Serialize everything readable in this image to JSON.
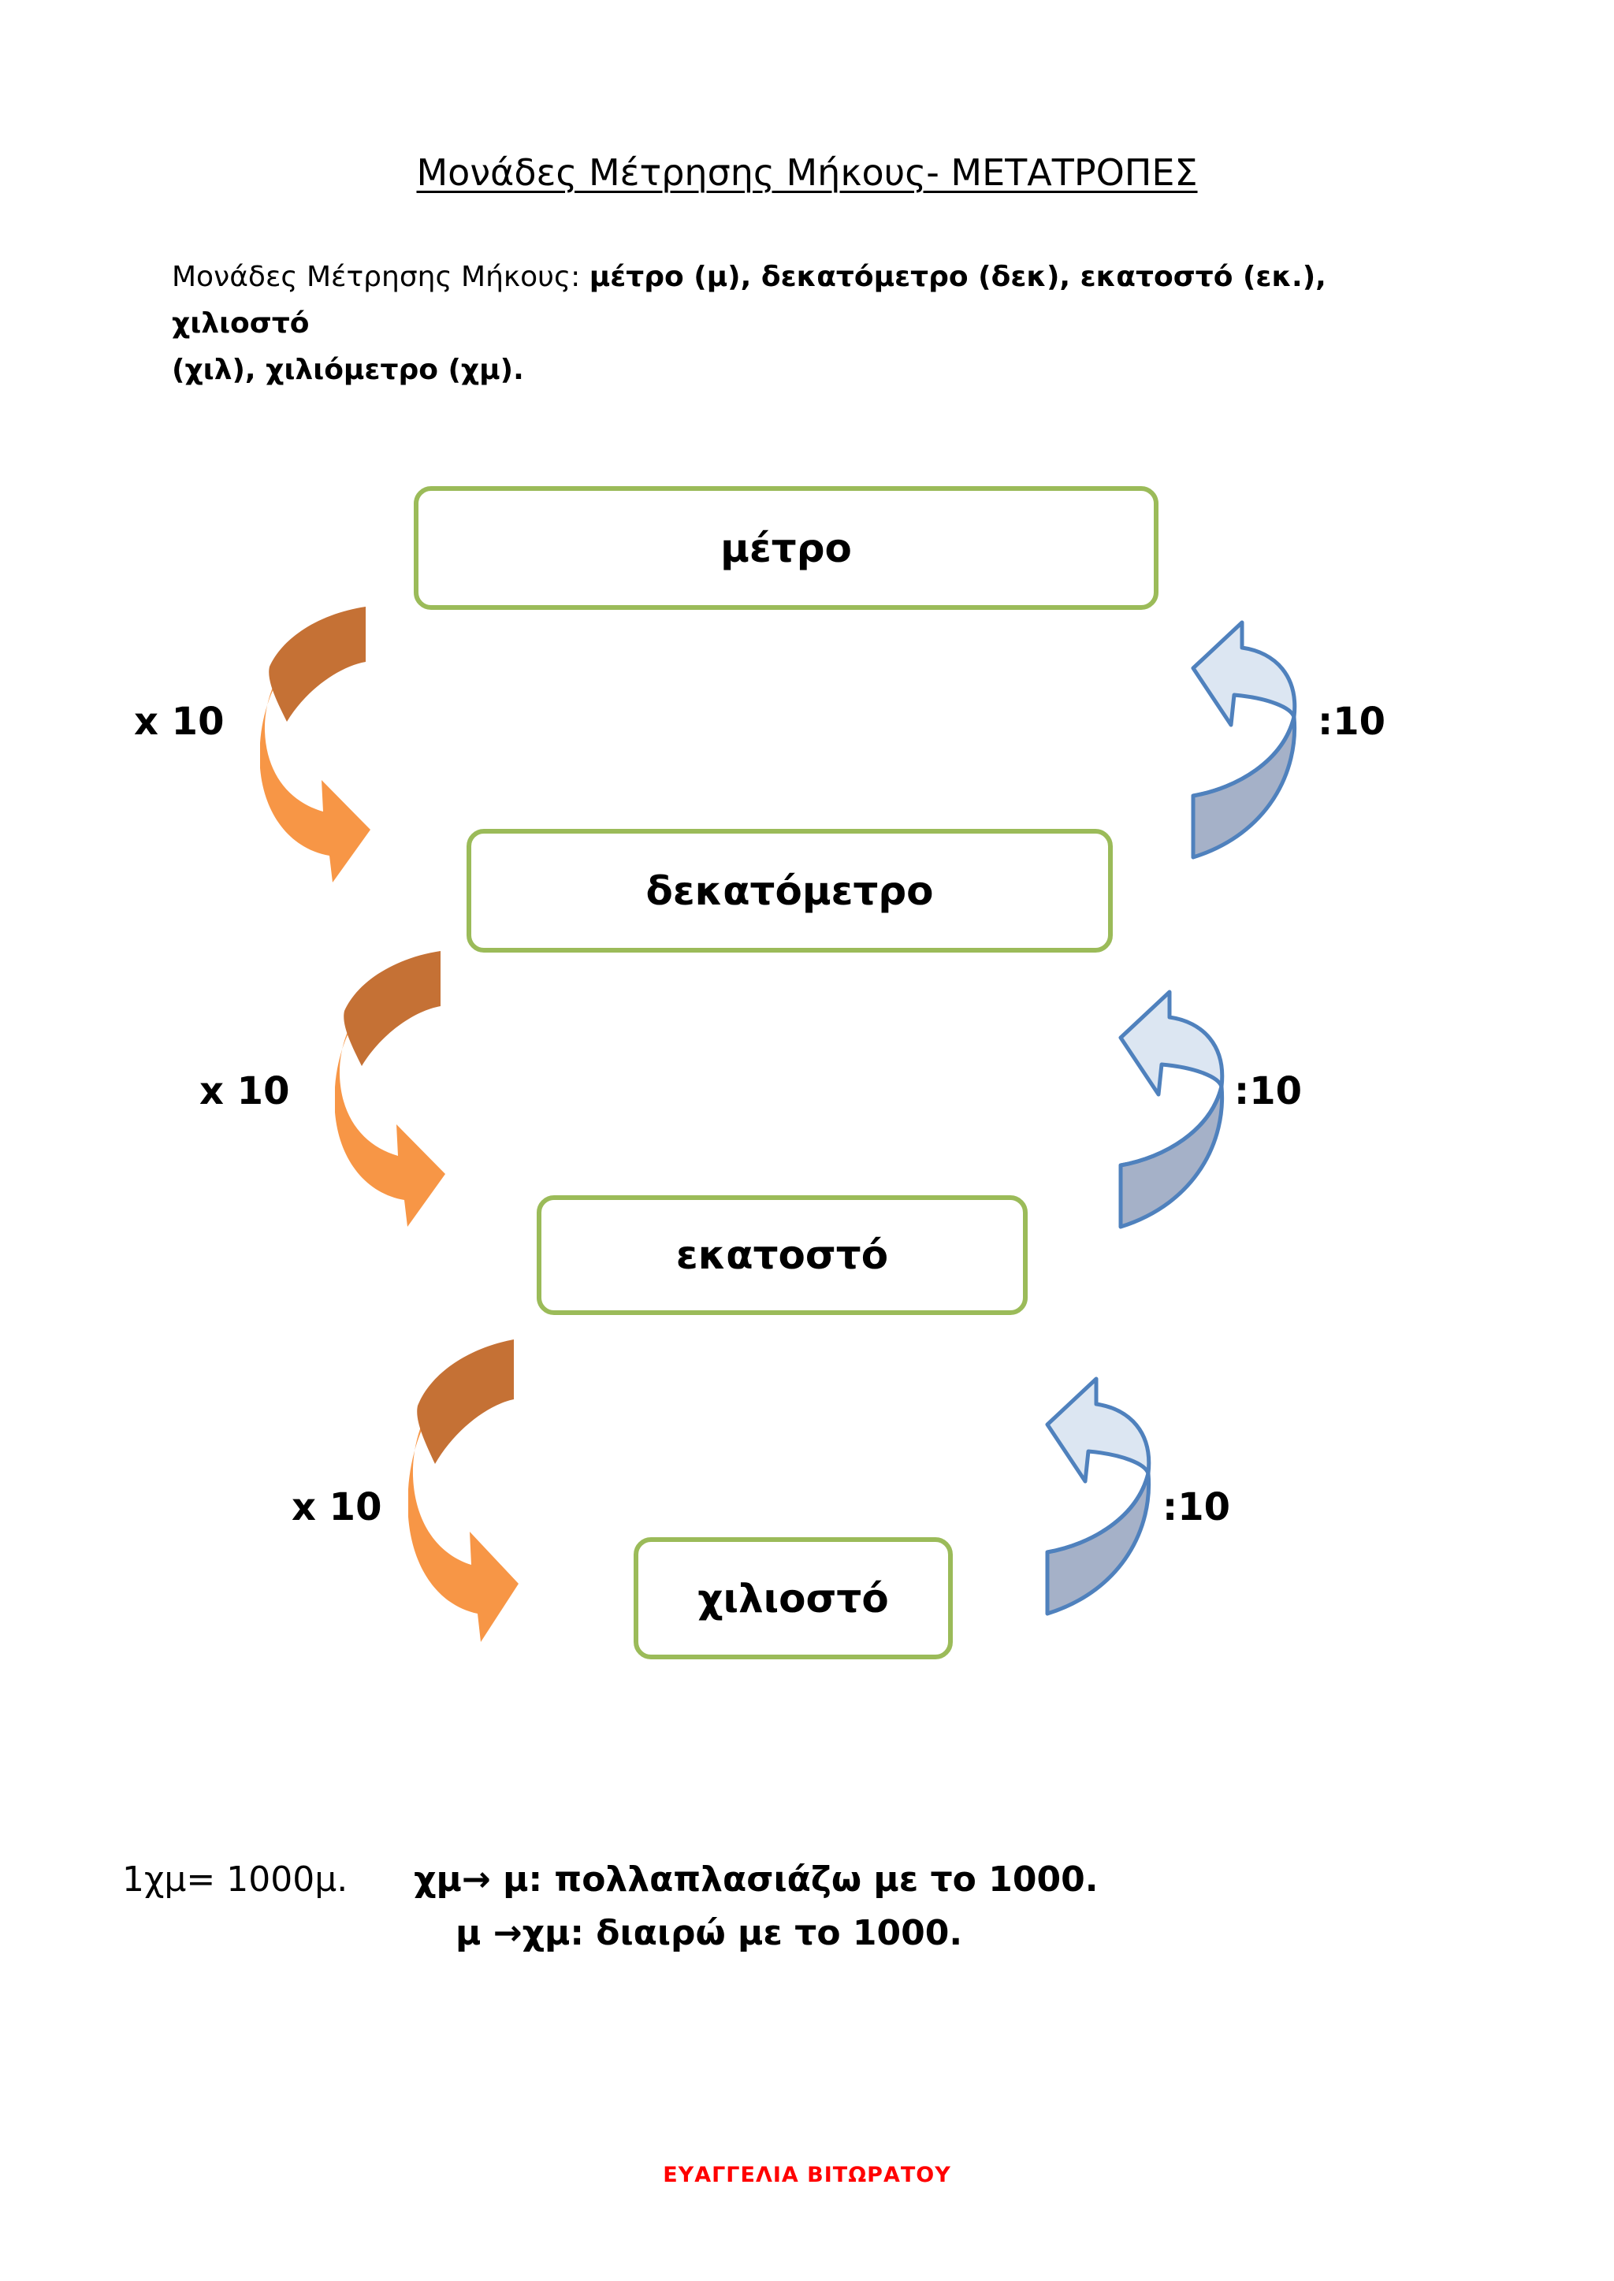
{
  "title": "Μονάδες Μέτρησης Μήκους- ΜΕΤΑΤΡΟΠΕΣ",
  "intro": {
    "label": "Μονάδες Μέτρησης Μήκους: ",
    "units_line_1": "μέτρο (μ), δεκατόμετρο (δεκ), εκατοστό (εκ.), χιλιοστό",
    "units_line_2": "(χιλ), χιλιόμετρο (χμ)."
  },
  "diagram": {
    "units": [
      "μέτρο",
      "δεκατόμετρο",
      "εκατοστό",
      "χιλιοστό"
    ],
    "multiply_label": "x 10",
    "divide_label": ":10",
    "colors": {
      "box_border": "#9bbb59",
      "down_arrow_light": "#f79646",
      "down_arrow_dark": "#c57135",
      "up_arrow_border": "#4f81bd",
      "up_arrow_light": "#dce6f2",
      "up_arrow_dark": "#a5b1c8"
    },
    "down_arrow_icon": "curved-arrow-down-icon",
    "up_arrow_icon": "curved-arrow-up-icon"
  },
  "conversion": {
    "equation": "1χμ= 1000μ.",
    "rule_1_from": "χμ",
    "rule_1_to": " μ: ",
    "rule_1_text": "πολλαπλασιάζω με το 1000.",
    "rule_2_from": "μ ",
    "rule_2_to": "χμ: ",
    "rule_2_text": "διαιρώ με το 1000.",
    "arrow_glyph": "→"
  },
  "author": "ΕΥΑΓΓΕΛΙΑ ΒΙΤΩΡΑΤΟΥ"
}
